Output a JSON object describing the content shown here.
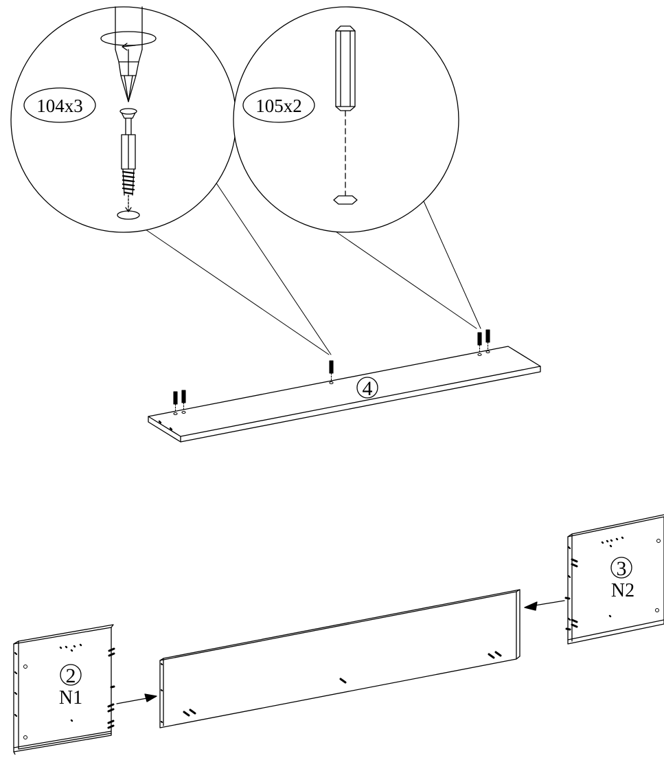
{
  "diagram": {
    "detail_left": {
      "part_label": "104x3"
    },
    "detail_right": {
      "part_label": "105x2"
    },
    "shelf": {
      "part_number": "4"
    },
    "left_panel": {
      "part_number": "2",
      "code": "N1"
    },
    "right_panel": {
      "part_number": "3",
      "code": "N2"
    },
    "colors": {
      "ink": "#000000",
      "paper": "#ffffff"
    }
  }
}
